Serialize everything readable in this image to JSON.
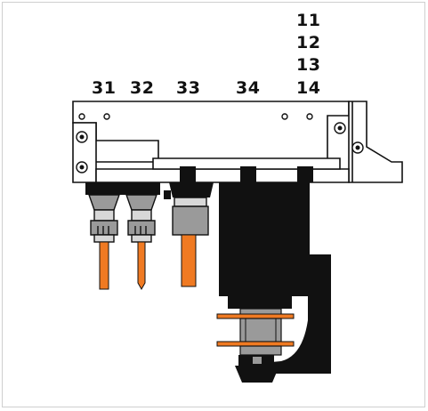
{
  "labels": {
    "top_stack": [
      "11",
      "12",
      "13",
      "14"
    ],
    "row": [
      "31",
      "32",
      "33",
      "34"
    ]
  },
  "colors": {
    "background": "#ffffff",
    "frame": "#cfcfcf",
    "outline": "#111111",
    "body_black": "#111111",
    "metal_gray": "#9a9a9a",
    "light_gray": "#d8d8d8",
    "tool_orange": "#f07a22"
  }
}
